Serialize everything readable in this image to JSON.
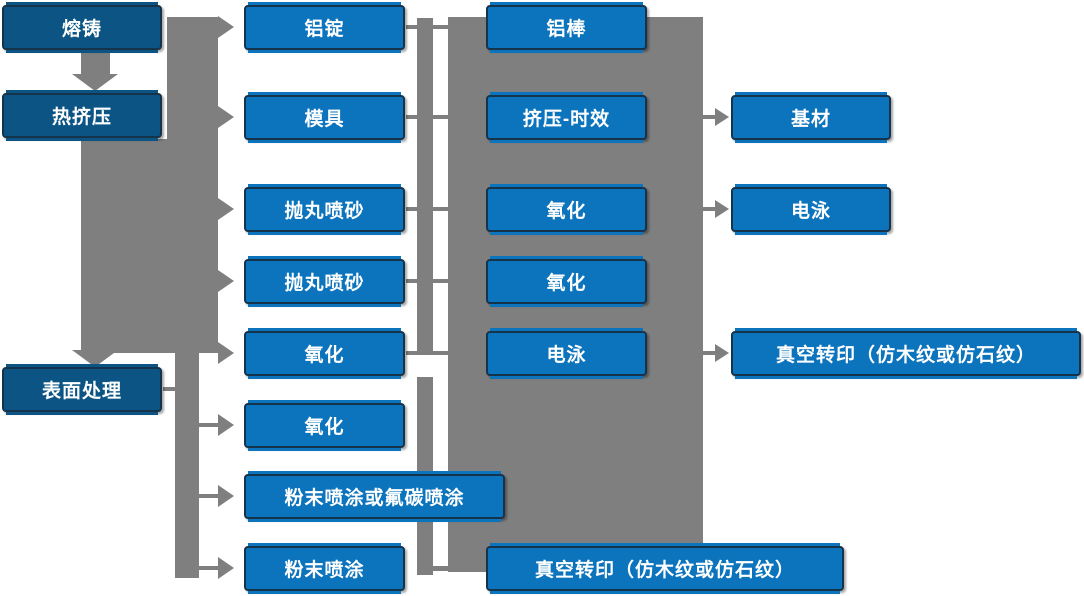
{
  "colors": {
    "box_primary": "#0c73bd",
    "box_dark": "#0b5484",
    "box_border": "#16334c",
    "connector_gray": "#7f7f7f",
    "text": "#ffffff",
    "background": "#ffffff"
  },
  "nodes": {
    "col1": [
      {
        "label": "熔铸"
      },
      {
        "label": "热挤压"
      },
      {
        "label": "表面处理"
      }
    ],
    "col2": [
      {
        "label": "铝锭"
      },
      {
        "label": "模具"
      },
      {
        "label": "抛丸喷砂"
      },
      {
        "label": "抛丸喷砂"
      },
      {
        "label": "氧化"
      },
      {
        "label": "氧化"
      },
      {
        "label": "粉末喷涂或氟碳喷涂"
      },
      {
        "label": "粉末喷涂"
      }
    ],
    "col3": [
      {
        "label": "铝棒"
      },
      {
        "label": "挤压-时效"
      },
      {
        "label": "氧化"
      },
      {
        "label": "氧化"
      },
      {
        "label": "电泳"
      },
      {
        "label": "真空转印（仿木纹或仿石纹）"
      }
    ],
    "col4": [
      {
        "label": "基材"
      },
      {
        "label": "电泳"
      },
      {
        "label": "真空转印（仿木纹或仿石纹）"
      }
    ]
  }
}
